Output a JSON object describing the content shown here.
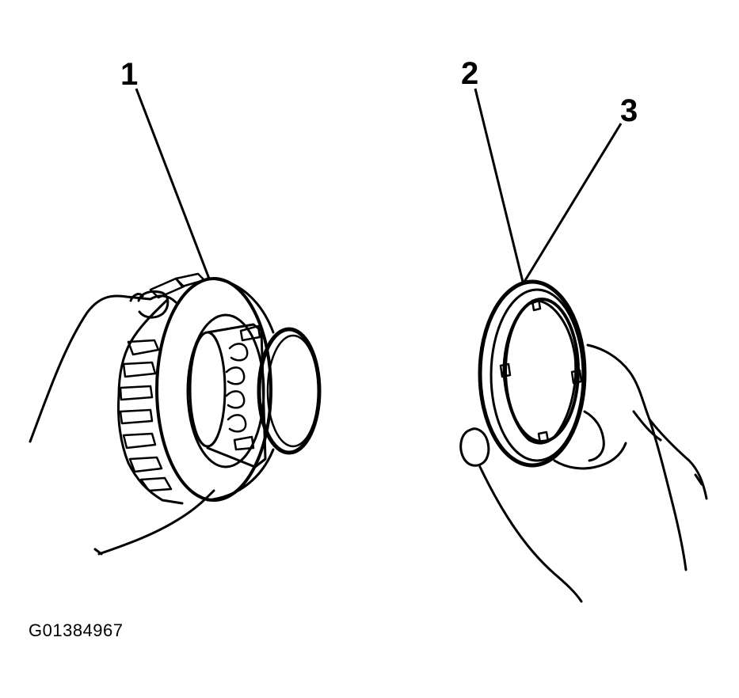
{
  "callouts": [
    {
      "label": "1"
    },
    {
      "label": "2"
    },
    {
      "label": "3"
    }
  ],
  "figure_code": "G01384967",
  "colors": {
    "ink": "#000000",
    "background": "#ffffff"
  }
}
